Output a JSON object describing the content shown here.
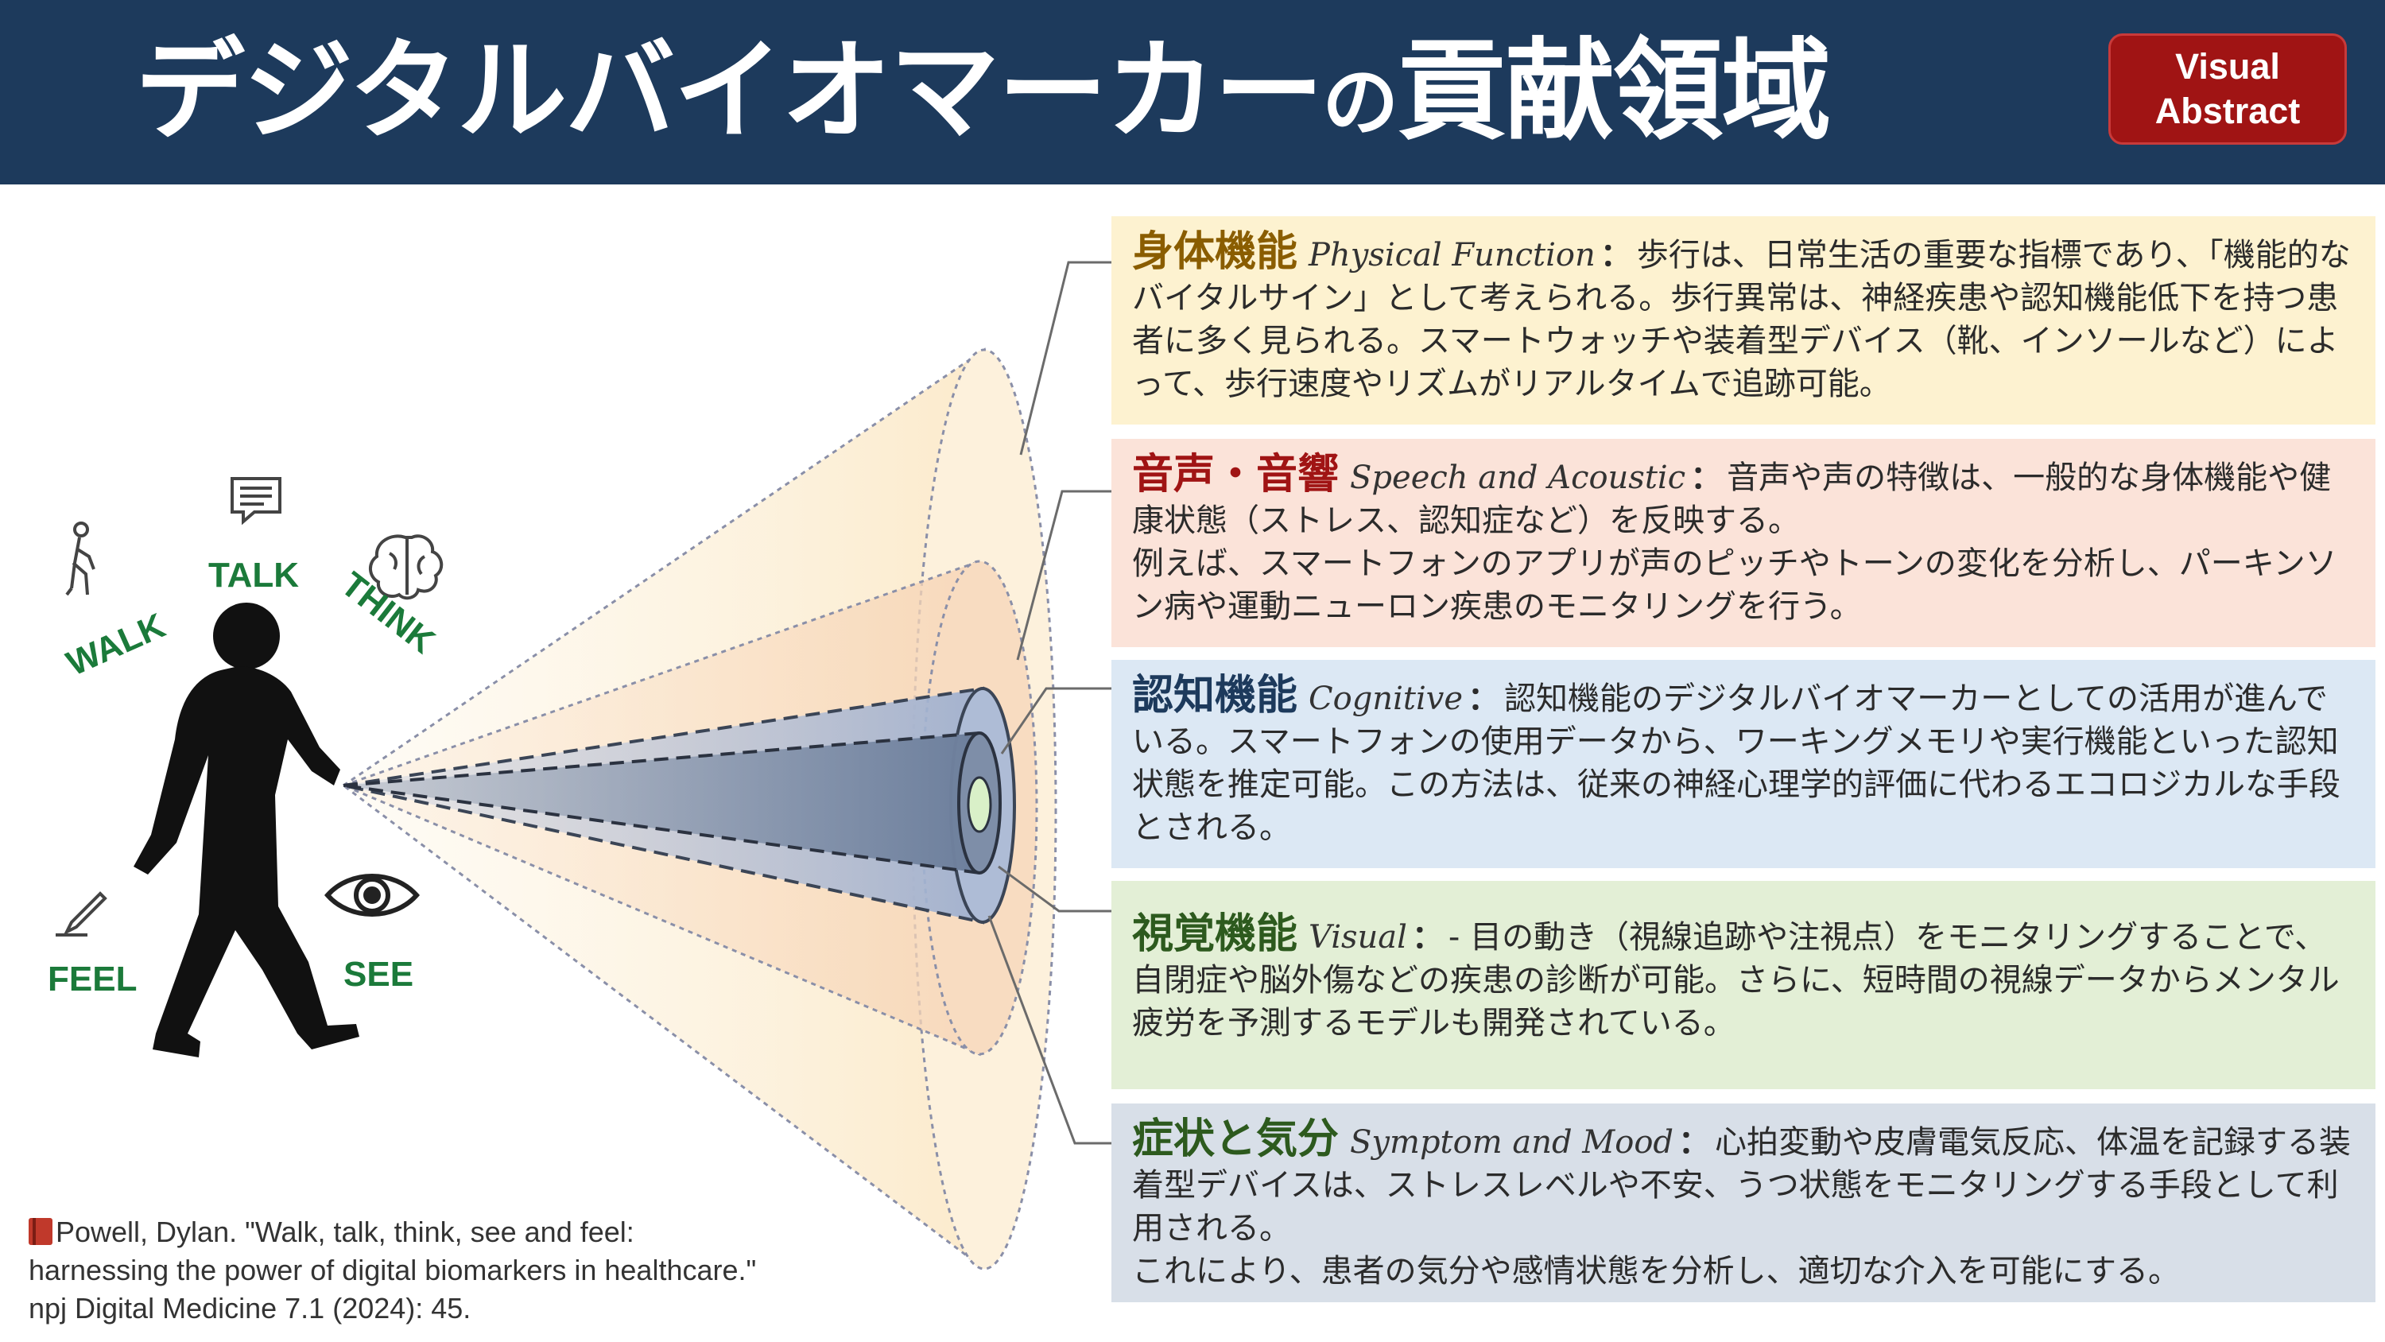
{
  "header": {
    "title_main": "デジタルバイオマーカー",
    "title_particle": "の",
    "title_end": "貢献領域",
    "badge_line1": "Visual",
    "badge_line2": "Abstract"
  },
  "activities": {
    "walk": "WALK",
    "talk": "TALK",
    "think": "THINK",
    "feel": "FEEL",
    "see": "SEE"
  },
  "icons": [
    "walking-figure-icon",
    "speech-bubble-icon",
    "brain-icon",
    "pen-icon",
    "eye-icon",
    "book-icon"
  ],
  "domains": [
    {
      "title": "身体機能",
      "en": "Physical Function",
      "body": "歩行は、日常生活の重要な指標であり、「機能的なバイタルサイン」として考えられる。歩行異常は、神経疾患や認知機能低下を持つ患者に多く見られる。スマートウォッチや装着型デバイス（靴、インソールなど）によって、歩行速度やリズムがリアルタイムで追跡可能。"
    },
    {
      "title": "音声・音響",
      "en": "Speech and Acoustic",
      "body": "音声や声の特徴は、一般的な身体機能や健康状態（ストレス、認知症など）を反映する。",
      "body2": "例えば、スマートフォンのアプリが声のピッチやトーンの変化を分析し、パーキンソン病や運動ニューロン疾患のモニタリングを行う。"
    },
    {
      "title": "認知機能",
      "en": "Cognitive",
      "body": "認知機能のデジタルバイオマーカーとしての活用が進んでいる。スマートフォンの使用データから、ワーキングメモリや実行機能といった認知状態を推定可能。この方法は、従来の神経心理学的評価に代わるエコロジカルな手段とされる。"
    },
    {
      "title": "視覚機能",
      "en": "Visual",
      "body": "- 目の動き（視線追跡や注視点）をモニタリングすることで、自閉症や脳外傷などの疾患の診断が可能。さらに、短時間の視線データからメンタル疲労を予測するモデルも開発されている。"
    },
    {
      "title": "症状と気分",
      "en": "Symptom and Mood",
      "body": "心拍変動や皮膚電気反応、体温を記録する装着型デバイスは、ストレスレベルや不安、うつ状態をモニタリングする手段として利用される。",
      "body2": "これにより、患者の気分や感情状態を分析し、適切な介入を可能にする。"
    }
  ],
  "citation": {
    "line1": "Powell, Dylan. \"Walk, talk, think, see and feel:",
    "line2": "harnessing the power of digital biomarkers in healthcare.\"",
    "line3": "npj Digital Medicine 7.1 (2024): 45."
  },
  "colors": {
    "header_bg": "#1d3a5c",
    "badge_bg": "#a01414",
    "activity_green": "#1b7a3a"
  }
}
